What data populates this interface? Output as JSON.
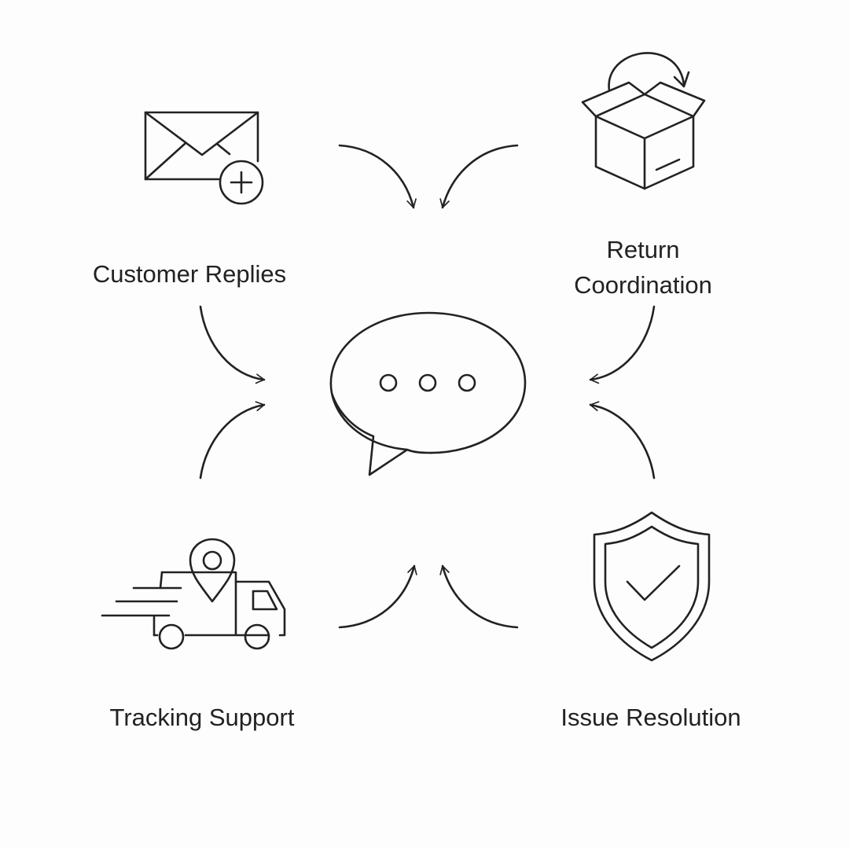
{
  "nodes": {
    "customer_replies": {
      "label": "Customer Replies",
      "icon": "envelope-plus-icon"
    },
    "return_coordination": {
      "label_line1": "Return",
      "label_line2": "Coordination",
      "icon": "box-return-icon"
    },
    "tracking_support": {
      "label": "Tracking Support",
      "icon": "delivery-truck-location-icon"
    },
    "issue_resolution": {
      "label": "Issue Resolution",
      "icon": "shield-check-icon"
    },
    "center": {
      "icon": "speech-bubble-ellipsis-icon"
    }
  },
  "colors": {
    "stroke": "#222222",
    "background": "#fdfdfd"
  }
}
